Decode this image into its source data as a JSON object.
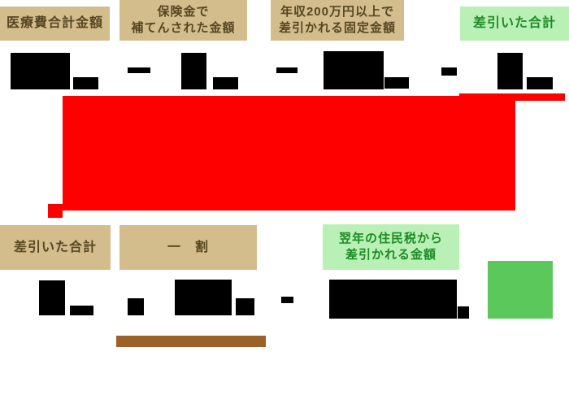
{
  "colors": {
    "tan_bg": "#d3bd8d",
    "tan_text": "#564722",
    "light_green_bg": "#b9f0b6",
    "green_text": "#1e8a26",
    "bright_green": "#5ac85a",
    "red": "#ff0000",
    "black": "#000000",
    "brown": "#9a6228",
    "background": "#ffffff"
  },
  "formula_row1": {
    "labels": [
      {
        "label": "医療費合計金額"
      },
      {
        "label": "保険金で\n補てんされた金額"
      },
      {
        "label": "年収200万円以上で\n差引かれる固定金額"
      },
      {
        "label": "差引いた合計"
      }
    ]
  },
  "formula_row2": {
    "labels": [
      {
        "label": "差引いた合計"
      },
      {
        "label": "一　割"
      },
      {
        "label": "翌年の住民税から\n差引かれる金額"
      }
    ]
  }
}
